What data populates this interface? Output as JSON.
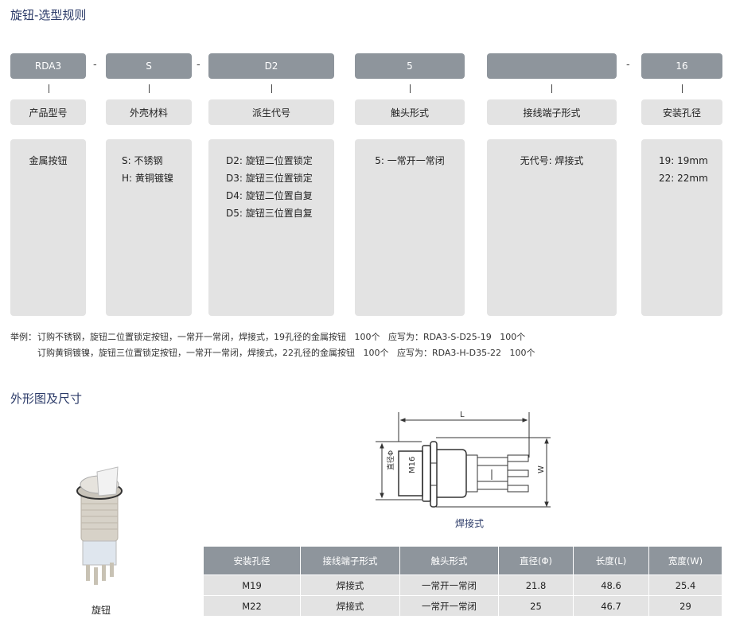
{
  "title": "旋钮-选型规则",
  "columns": [
    {
      "code": "RDA3",
      "label": "产品型号",
      "options": [
        "金属按钮"
      ]
    },
    {
      "code": "S",
      "label": "外壳材料",
      "options": [
        "S: 不锈钢",
        "H: 黄铜镀镍"
      ]
    },
    {
      "code": "D2",
      "label": "派生代号",
      "options": [
        "D2: 旋钮二位置锁定",
        "D3: 旋钮三位置锁定",
        "D4: 旋钮二位置自复",
        "D5: 旋钮三位置自复"
      ]
    },
    {
      "code": "5",
      "label": "触头形式",
      "options": [
        "5: 一常开一常闭"
      ]
    },
    {
      "code": "",
      "label": "接线端子形式",
      "options": [
        "无代号: 焊接式"
      ]
    },
    {
      "code": "16",
      "label": "安装孔径",
      "options": [
        "19: 19mm",
        "22: 22mm"
      ]
    }
  ],
  "separator": "-",
  "example": {
    "prefix": "举例：",
    "line1": "订购不锈钢，旋钮二位置锁定按钮，一常开一常闭，焊接式，19孔径的金属按钮   100个   应写为：RDA3-S-D25-19   100个",
    "line2": "订购黄铜镀镍，旋钮三位置锁定按钮，一常开一常闭，焊接式，22孔径的金属按钮   100个   应写为：RDA3-H-D35-22   100个"
  },
  "dims_title": "外形图及尺寸",
  "product_caption": "旋钮",
  "drawing": {
    "caption": "焊接式",
    "L": "L",
    "W": "W",
    "phi": "直径Φ",
    "thread": "M16"
  },
  "table": {
    "headers": [
      "安装孔径",
      "接线端子形式",
      "触头形式",
      "直径(Φ)",
      "长度(L)",
      "宽度(W)"
    ],
    "rows": [
      [
        "M19",
        "焊接式",
        "一常开一常闭",
        "21.8",
        "48.6",
        "25.4"
      ],
      [
        "M22",
        "焊接式",
        "一常开一常闭",
        "25",
        "46.7",
        "29"
      ]
    ]
  }
}
